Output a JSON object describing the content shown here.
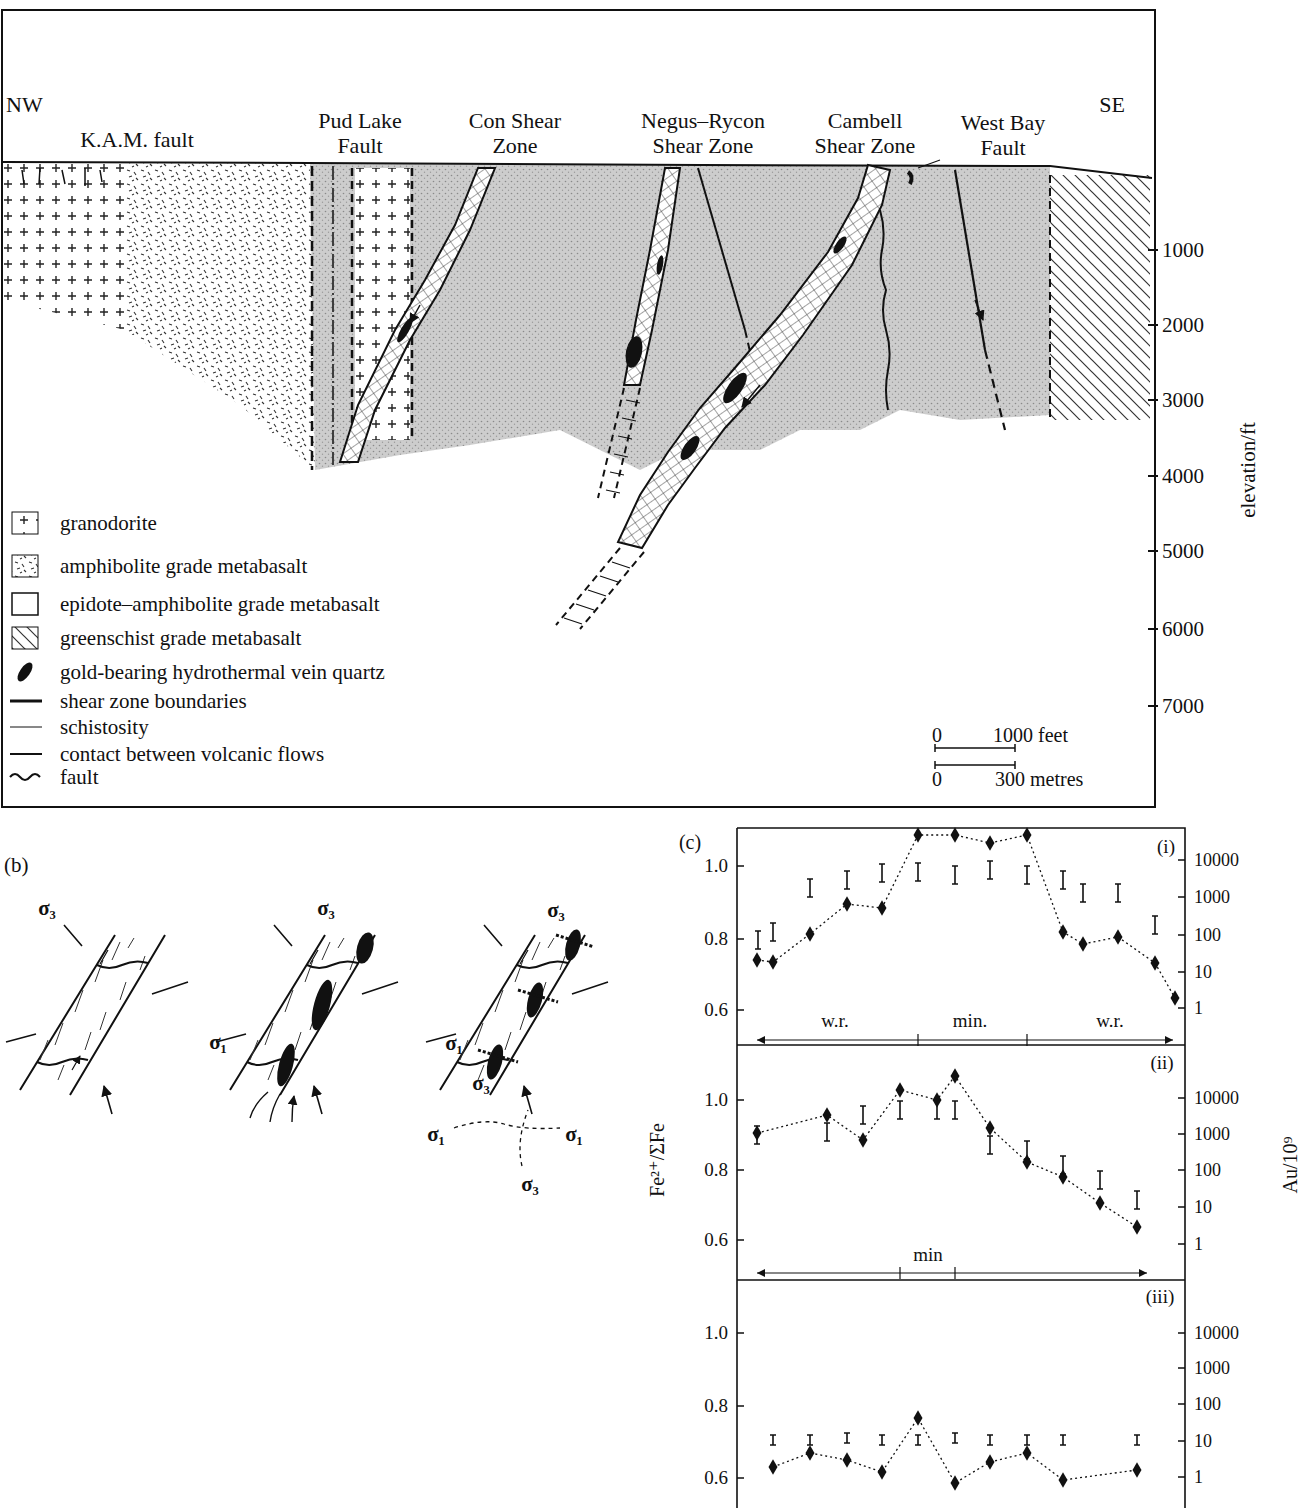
{
  "diagram": {
    "labels": [
      "NW",
      "K.A.M. fault",
      "Pud Lake Fault",
      "Con Shear Zone",
      "Negus–Rycon Shear Zone",
      "Cambell Shear Zone",
      "West Bay Fault",
      "SE",
      "1000",
      "2000",
      "3000",
      "4000",
      "5000",
      "6000",
      "7000",
      "elevation/ft",
      "0",
      "1000 feet",
      "0",
      "300 metres",
      "(b)",
      "σ₃",
      "σ₃",
      "σ₁",
      "σ₃",
      "σ₁",
      "σ₃",
      "σ₁",
      "σ₁",
      "σ₃",
      "(c)",
      "(i)",
      "1.0",
      "0.8",
      "0.6",
      "10000",
      "1000",
      "100",
      "10",
      "1",
      "w.r.",
      "min.",
      "w.r.",
      "(ii)",
      "1.0",
      "0.8",
      "0.6",
      "10000",
      "1000",
      "100",
      "10",
      "1",
      "min",
      "(iii)",
      "1.0",
      "0.8",
      "0.6",
      "10000",
      "1000",
      "100",
      "10",
      "1",
      "Fe²⁺/ΣFe",
      "Au/10⁹"
    ],
    "legend": [
      {
        "text": "granodorite"
      },
      {
        "text": "amphibolite grade metabasalt"
      },
      {
        "text": "epidote–amphibolite grade metabasalt"
      },
      {
        "text": "greenschist grade metabasalt"
      },
      {
        "text": "gold-bearing hydrothermal vein quartz"
      },
      {
        "text": "shear zone boundaries"
      },
      {
        "text": "schistosity"
      },
      {
        "text": "contact between volcanic flows"
      },
      {
        "text": "fault"
      }
    ]
  }
}
